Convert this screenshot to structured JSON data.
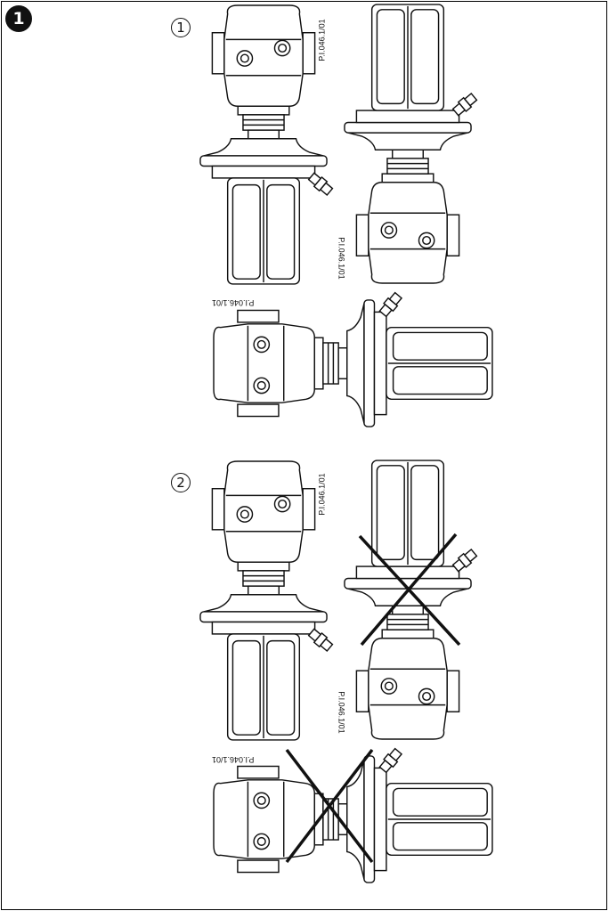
{
  "step_number": "1",
  "variants": [
    {
      "marker": "1"
    },
    {
      "marker": "2"
    }
  ],
  "part_code": "P.I.046.1/01",
  "crossed_out_note": ""
}
